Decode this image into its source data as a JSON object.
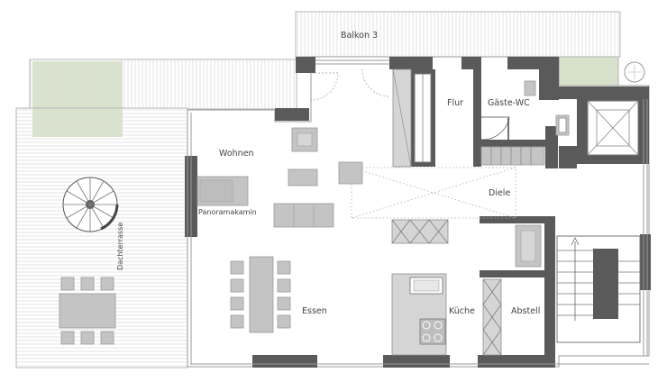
{
  "rooms": {
    "balkon": "Balkon 3",
    "flur": "Flur",
    "gaeste_wc": "Gäste-WC",
    "wohnen": "Wohnen",
    "diele": "Diele",
    "kamin": "Panoramakamin",
    "dachterrasse": "Dachterrasse",
    "essen": "Essen",
    "kueche": "Küche",
    "abstell": "Abstell"
  },
  "colors": {
    "wall": "#5a5a5a",
    "furniture": "#c4c4c4",
    "green_area": "#d8e1cc",
    "deck_line": "#d9d9d9"
  }
}
